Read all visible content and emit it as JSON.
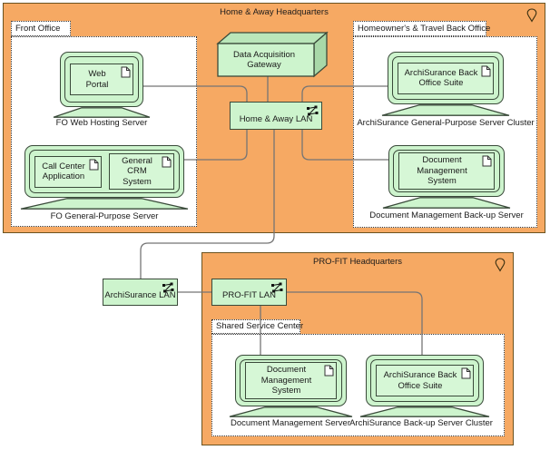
{
  "colors": {
    "location_fill": "#F6A963",
    "location_border": "#6b5320",
    "node_fill": "#CDF4CD",
    "node_border": "#3a4a3a",
    "connection_line": "#757575"
  },
  "headquarters": {
    "home": {
      "title": "Home & Away Headquarters"
    },
    "profit": {
      "title": "PRO-FIT Headquarters"
    }
  },
  "groups": {
    "front_office": {
      "label": "Front Office"
    },
    "back_office": {
      "label": "Homeowner's & Travel Back Office"
    },
    "shared_service": {
      "label": "Shared Service Center"
    }
  },
  "networks": {
    "home_lan": {
      "label": "Home & Away LAN"
    },
    "archisurance_lan": {
      "label": "ArchiSurance LAN"
    },
    "profit_lan": {
      "label": "PRO-FIT LAN"
    }
  },
  "gateway": {
    "label": "Data Acquisition Gateway"
  },
  "servers": {
    "fo_web": {
      "caption": "FO Web Hosting Server",
      "apps": [
        "Web Portal"
      ]
    },
    "fo_gp": {
      "caption": "FO General-Purpose Server",
      "apps": [
        "Call Center Application",
        "General CRM System"
      ]
    },
    "as_gp_cluster": {
      "caption": "ArchiSurance General-Purpose Server Cluster",
      "apps": [
        "ArchiSurance Back Office Suite"
      ]
    },
    "dm_backup": {
      "caption": "Document Management Back-up Server",
      "apps": [
        "Document Management System"
      ]
    },
    "dm_server": {
      "caption": "Document Management Server",
      "apps": [
        "Document Management System"
      ]
    },
    "as_backup_cluster": {
      "caption": "ArchiSurance Back-up Server Cluster",
      "apps": [
        "ArchiSurance Back Office Suite"
      ]
    }
  }
}
